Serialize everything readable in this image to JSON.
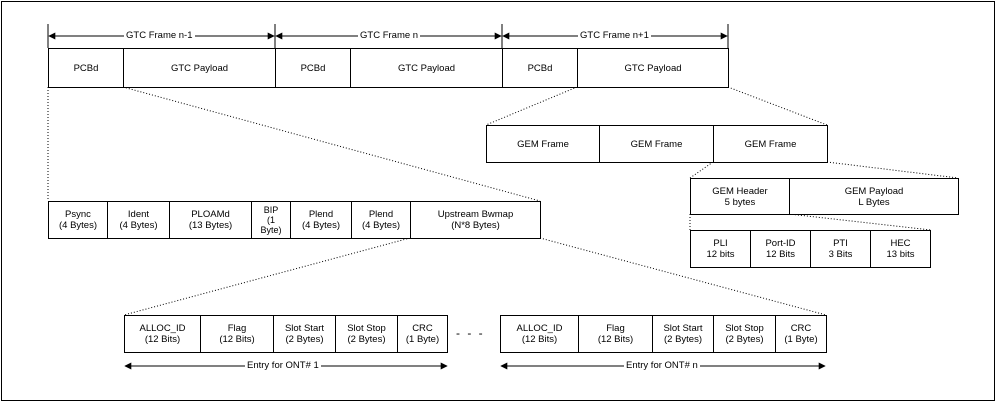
{
  "gtc_frames": {
    "labels": [
      "GTC Frame n-1",
      "GTC Frame n",
      "GTC Frame n+1"
    ],
    "pcbd_label": "PCBd",
    "payload_label": "GTC Payload"
  },
  "gem_frames": [
    "GEM Frame",
    "GEM Frame",
    "GEM Frame"
  ],
  "gem_header": {
    "header": "GEM Header\n5 bytes",
    "payload": "GEM Payload\nL Bytes"
  },
  "gem_header_fields": [
    "PLI\n12 bits",
    "Port-ID\n12 Bits",
    "PTI\n3 Bits",
    "HEC\n13 bits"
  ],
  "pcbd_fields": [
    "Psync\n(4 Bytes)",
    "Ident\n(4 Bytes)",
    "PLOAMd\n(13 Bytes)",
    "BIP\n(1\nByte)",
    "Plend\n(4 Bytes)",
    "Plend\n(4 Bytes)",
    "Upstream Bwmap\n(N*8 Bytes)"
  ],
  "bwmap_entry_fields": [
    "ALLOC_ID\n(12 Bits)",
    "Flag\n(12 Bits)",
    "Slot Start\n(2 Bytes)",
    "Slot Stop\n(2 Bytes)",
    "CRC\n(1 Byte)"
  ],
  "entry_labels": [
    "Entry for ONT# 1",
    "Entry for ONT# n"
  ],
  "ellipsis": "- - -"
}
